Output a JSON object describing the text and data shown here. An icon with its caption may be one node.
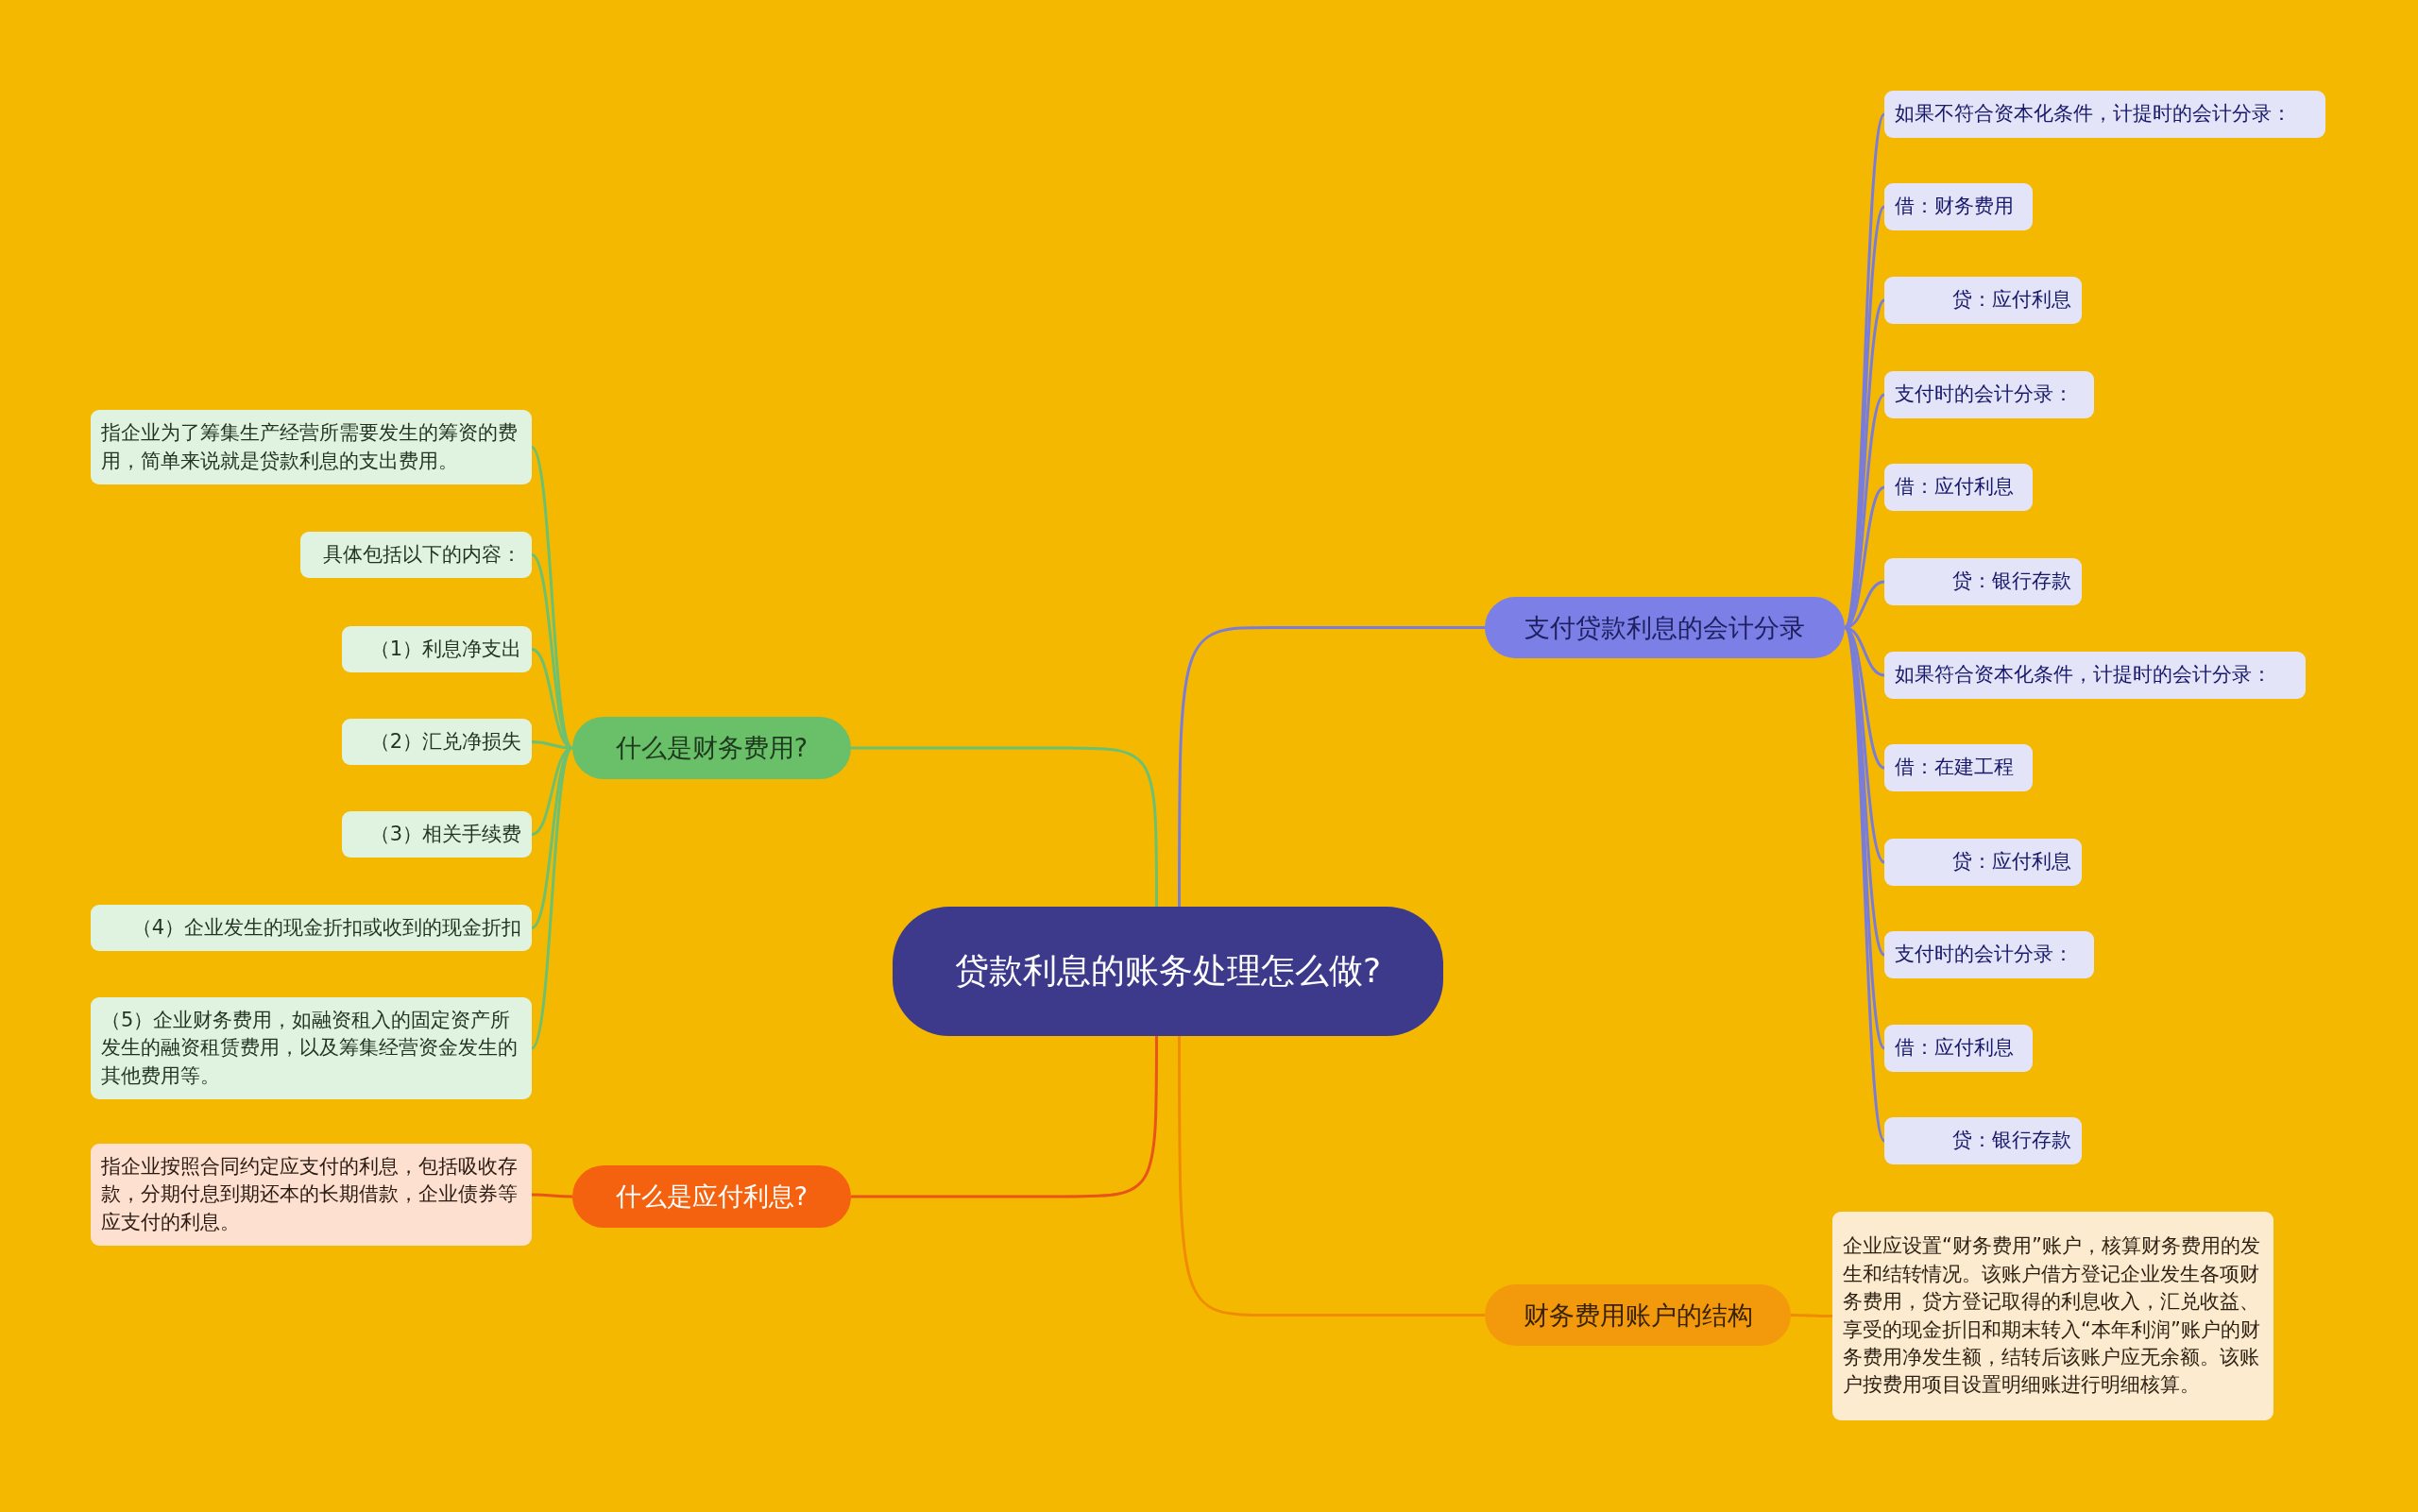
{
  "diagram": {
    "nodes": [
      {
        "text": [
          "贷款利息的账务处理怎么做?"
        ]
      },
      {
        "text": [
          "什么是财务费用?"
        ]
      },
      {
        "text": [
          "指企业为了筹集生产经营所需要发生的筹资的费用，简单来说就是贷款利息的支出费用。"
        ]
      },
      {
        "text": [
          "具体包括以下的内容："
        ]
      },
      {
        "text": [
          "（1）利息净支出"
        ]
      },
      {
        "text": [
          "（2）汇兑净损失"
        ]
      },
      {
        "text": [
          "（3）相关手续费"
        ]
      },
      {
        "text": [
          "（4）企业发生的现金折扣或收到的现金折扣"
        ]
      },
      {
        "text": [
          "（5）企业财务费用，如融资租入的固定资产所发生的融资租赁费用，以及筹集经营资金发生的其他费用等。"
        ]
      },
      {
        "text": [
          "什么是应付利息?"
        ]
      },
      {
        "text": [
          "指企业按照合同约定应支付的利息，包括吸收存款，分期付息到期还本的长期借款，企业债券等应支付的利息。"
        ]
      },
      {
        "text": [
          "支付贷款利息的会计分录"
        ]
      },
      {
        "text": [
          "如果不符合资本化条件，计提时的会计分录："
        ]
      },
      {
        "text": [
          "借：财务费用"
        ]
      },
      {
        "text": [
          "贷：应付利息"
        ]
      },
      {
        "text": [
          "支付时的会计分录："
        ]
      },
      {
        "text": [
          "借：应付利息"
        ]
      },
      {
        "text": [
          "贷：银行存款"
        ]
      },
      {
        "text": [
          "如果符合资本化条件，计提时的会计分录："
        ]
      },
      {
        "text": [
          "借：在建工程"
        ]
      },
      {
        "text": [
          "贷：应付利息"
        ]
      },
      {
        "text": [
          "支付时的会计分录："
        ]
      },
      {
        "text": [
          "借：应付利息"
        ]
      },
      {
        "text": [
          "贷：银行存款"
        ]
      },
      {
        "text": [
          "财务费用账户的结构"
        ]
      },
      {
        "text": [
          "企业应设置“财务费用”账户，核算财务费用的发生和结转情况。该账户借方登记企业发生各项财务费用，贷方登记取得的利息收入，汇兑收益、享受的现金折旧和期末转入“本年利润”账户的财务费用净发生额，结转后该账户应无余额。该账户按费用项目设置明细账进行明细核算。"
        ]
      }
    ],
    "edges": [
      {
        "from": 0,
        "to": 1,
        "arrow": "none",
        "color": "#6cc070"
      },
      {
        "from": 1,
        "to": 2,
        "arrow": "none",
        "color": "#6cc070"
      },
      {
        "from": 1,
        "to": 3,
        "arrow": "none",
        "color": "#6cc070"
      },
      {
        "from": 1,
        "to": 4,
        "arrow": "none",
        "color": "#6cc070"
      },
      {
        "from": 1,
        "to": 5,
        "arrow": "none",
        "color": "#6cc070"
      },
      {
        "from": 1,
        "to": 6,
        "arrow": "none",
        "color": "#6cc070"
      },
      {
        "from": 1,
        "to": 7,
        "arrow": "none",
        "color": "#6cc070"
      },
      {
        "from": 1,
        "to": 8,
        "arrow": "none",
        "color": "#6cc070"
      },
      {
        "from": 0,
        "to": 9,
        "arrow": "none",
        "color": "#e8541a"
      },
      {
        "from": 9,
        "to": 10,
        "arrow": "none",
        "color": "#e8541a"
      },
      {
        "from": 0,
        "to": 11,
        "arrow": "none"
      },
      {
        "from": 11,
        "to": 12,
        "arrow": "none"
      },
      {
        "from": 11,
        "to": 13,
        "arrow": "none"
      },
      {
        "from": 11,
        "to": 14,
        "arrow": "none"
      },
      {
        "from": 11,
        "to": 15,
        "arrow": "none"
      },
      {
        "from": 11,
        "to": 16,
        "arrow": "none"
      },
      {
        "from": 11,
        "to": 17,
        "arrow": "none"
      },
      {
        "from": 11,
        "to": 18,
        "arrow": "none"
      },
      {
        "from": 11,
        "to": 19,
        "arrow": "none"
      },
      {
        "from": 11,
        "to": 20,
        "arrow": "none"
      },
      {
        "from": 11,
        "to": 21,
        "arrow": "none"
      },
      {
        "from": 11,
        "to": 22,
        "arrow": "none"
      },
      {
        "from": 11,
        "to": 23,
        "arrow": "none"
      },
      {
        "from": 0,
        "to": 24,
        "arrow": "none",
        "color": "#f08c00"
      },
      {
        "from": 24,
        "to": 25,
        "arrow": "none",
        "color": "#f08c00"
      }
    ]
  }
}
